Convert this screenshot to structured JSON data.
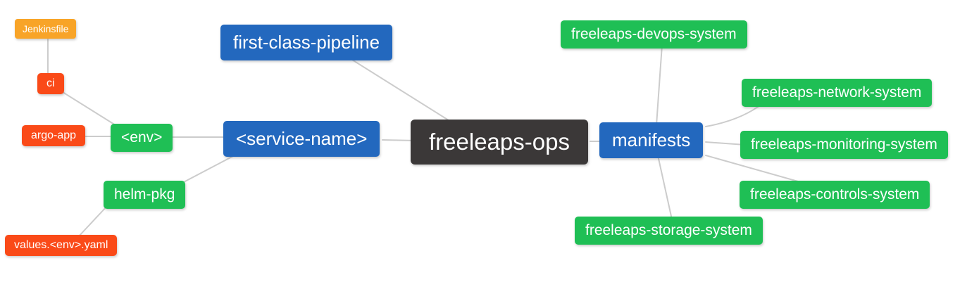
{
  "diagram": {
    "type": "mindmap",
    "background": "#ffffff",
    "edge_color": "#cccccc",
    "palette": {
      "root": "#3b3838",
      "level1": "#2368be",
      "level2": "#1fbf55",
      "level3": "#fa4a18",
      "level4": "#f8a428",
      "text": "#ffffff"
    },
    "nodes": {
      "root": {
        "label": "freeleaps-ops",
        "level": "root",
        "parent": null
      },
      "first_class_pipeline": {
        "label": "first-class-pipeline",
        "level": 1,
        "parent": "root"
      },
      "service_name": {
        "label": "<service-name>",
        "level": 1,
        "parent": "root"
      },
      "manifests": {
        "label": "manifests",
        "level": 1,
        "parent": "root"
      },
      "env": {
        "label": "<env>",
        "level": 2,
        "parent": "service_name"
      },
      "helm_pkg": {
        "label": "helm-pkg",
        "level": 2,
        "parent": "service_name"
      },
      "ci": {
        "label": "ci",
        "level": 3,
        "parent": "env"
      },
      "argo_app": {
        "label": "argo-app",
        "level": 3,
        "parent": "env"
      },
      "jenkinsfile": {
        "label": "Jenkinsfile",
        "level": 4,
        "parent": "ci"
      },
      "values_env_yaml": {
        "label": "values.<env>.yaml",
        "level": 3,
        "parent": "helm_pkg"
      },
      "devops_system": {
        "label": "freeleaps-devops-system",
        "level": 2,
        "parent": "manifests"
      },
      "network_system": {
        "label": "freeleaps-network-system",
        "level": 2,
        "parent": "manifests"
      },
      "monitoring_system": {
        "label": "freeleaps-monitoring-system",
        "level": 2,
        "parent": "manifests"
      },
      "controls_system": {
        "label": "freeleaps-controls-system",
        "level": 2,
        "parent": "manifests"
      },
      "storage_system": {
        "label": "freeleaps-storage-system",
        "level": 2,
        "parent": "manifests"
      }
    }
  }
}
